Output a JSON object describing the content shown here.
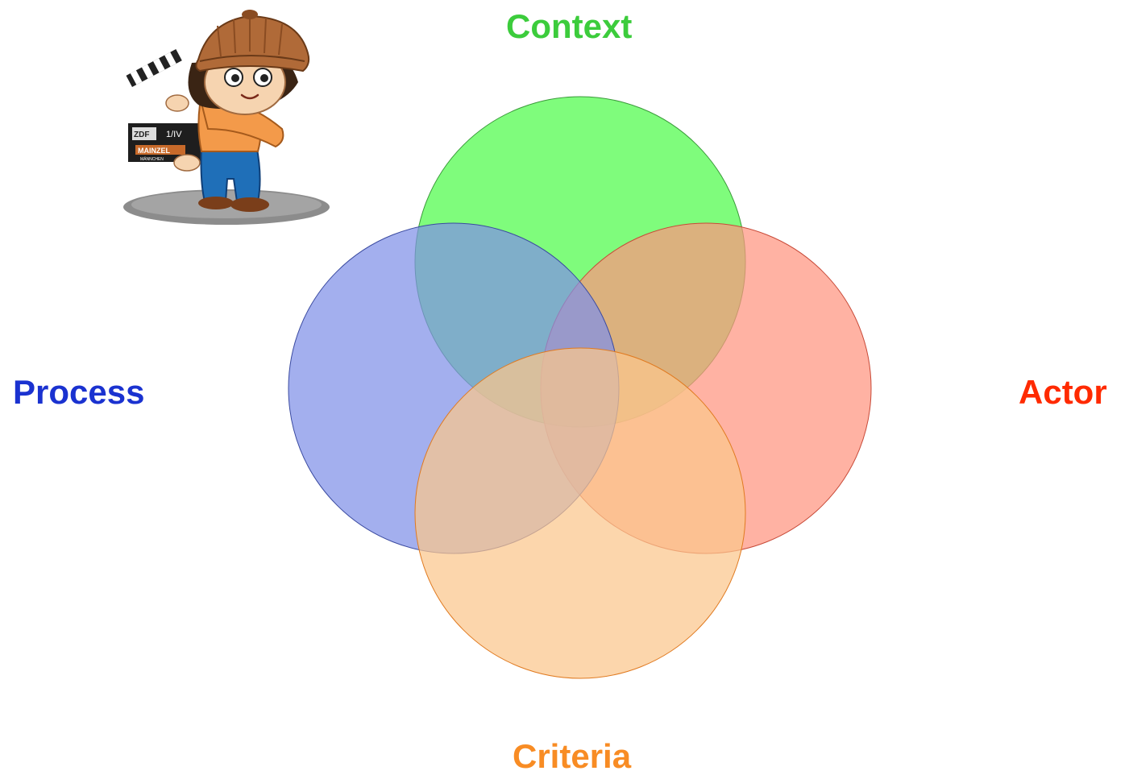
{
  "diagram": {
    "type": "four-set-venn",
    "sets": [
      {
        "key": "context",
        "label": "Context",
        "text_color": "#3ccc3c",
        "fill": "#7ffc7c"
      },
      {
        "key": "actor",
        "label": "Actor",
        "text_color": "#ff2a00",
        "fill": "#ff9480"
      },
      {
        "key": "process",
        "label": "Process",
        "text_color": "#1a32d0",
        "fill": "#8090e8"
      },
      {
        "key": "criteria",
        "label": "Criteria",
        "text_color": "#f88c24",
        "fill": "#fbc68c"
      }
    ]
  },
  "mascot": {
    "icon": "mascot-with-clapperboard-icon",
    "clapperboard_text": [
      "ZDF",
      "1/IV",
      "MAINZEL",
      "MÄNNCHEN"
    ]
  }
}
